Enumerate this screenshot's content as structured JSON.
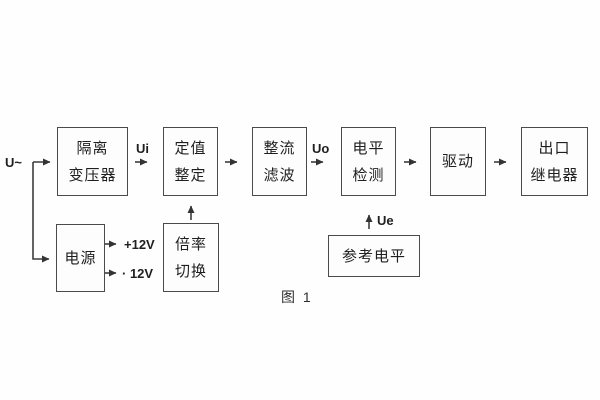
{
  "figure": {
    "caption": "图 1",
    "labels": {
      "input": "U~",
      "ui": "Ui",
      "uo": "Uo",
      "ue": "Ue",
      "plus12": "+12V",
      "minus12": "· 12V"
    },
    "blocks": {
      "isolation_transformer": {
        "line1": "隔离",
        "line2": "变压器"
      },
      "setting": {
        "line1": "定值",
        "line2": "整定"
      },
      "rectifier_filter": {
        "line1": "整流",
        "line2": "滤波"
      },
      "level_detection": {
        "line1": "电平",
        "line2": "检测"
      },
      "drive": {
        "line1": "驱动"
      },
      "output_relay": {
        "line1": "出口",
        "line2": "继电器"
      },
      "power_supply": {
        "line1": "电源"
      },
      "ratio_switch": {
        "line1": "倍率",
        "line2": "切换"
      },
      "reference_level": {
        "line1": "参考电平"
      }
    },
    "colors": {
      "line": "#3d3d3d",
      "border": "#4a4a4a",
      "text": "#1f1f1f",
      "background": "#fefefe"
    }
  }
}
